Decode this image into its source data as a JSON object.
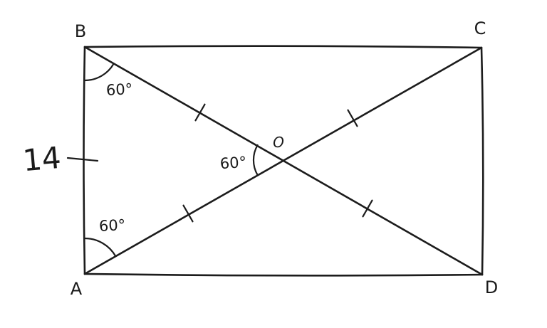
{
  "figure": {
    "description": "Hand-drawn rectangle ABCD with diagonals AC and BD intersecting at O; tick marks indicate the four half-diagonal segments are equal",
    "vertices": {
      "top_left": "B",
      "top_right": "C",
      "bottom_left": "A",
      "bottom_right": "D"
    },
    "center": "O",
    "angles": {
      "at_b": "60°",
      "at_a": "60°",
      "at_o": "60°"
    },
    "side_ab_length": "14"
  }
}
